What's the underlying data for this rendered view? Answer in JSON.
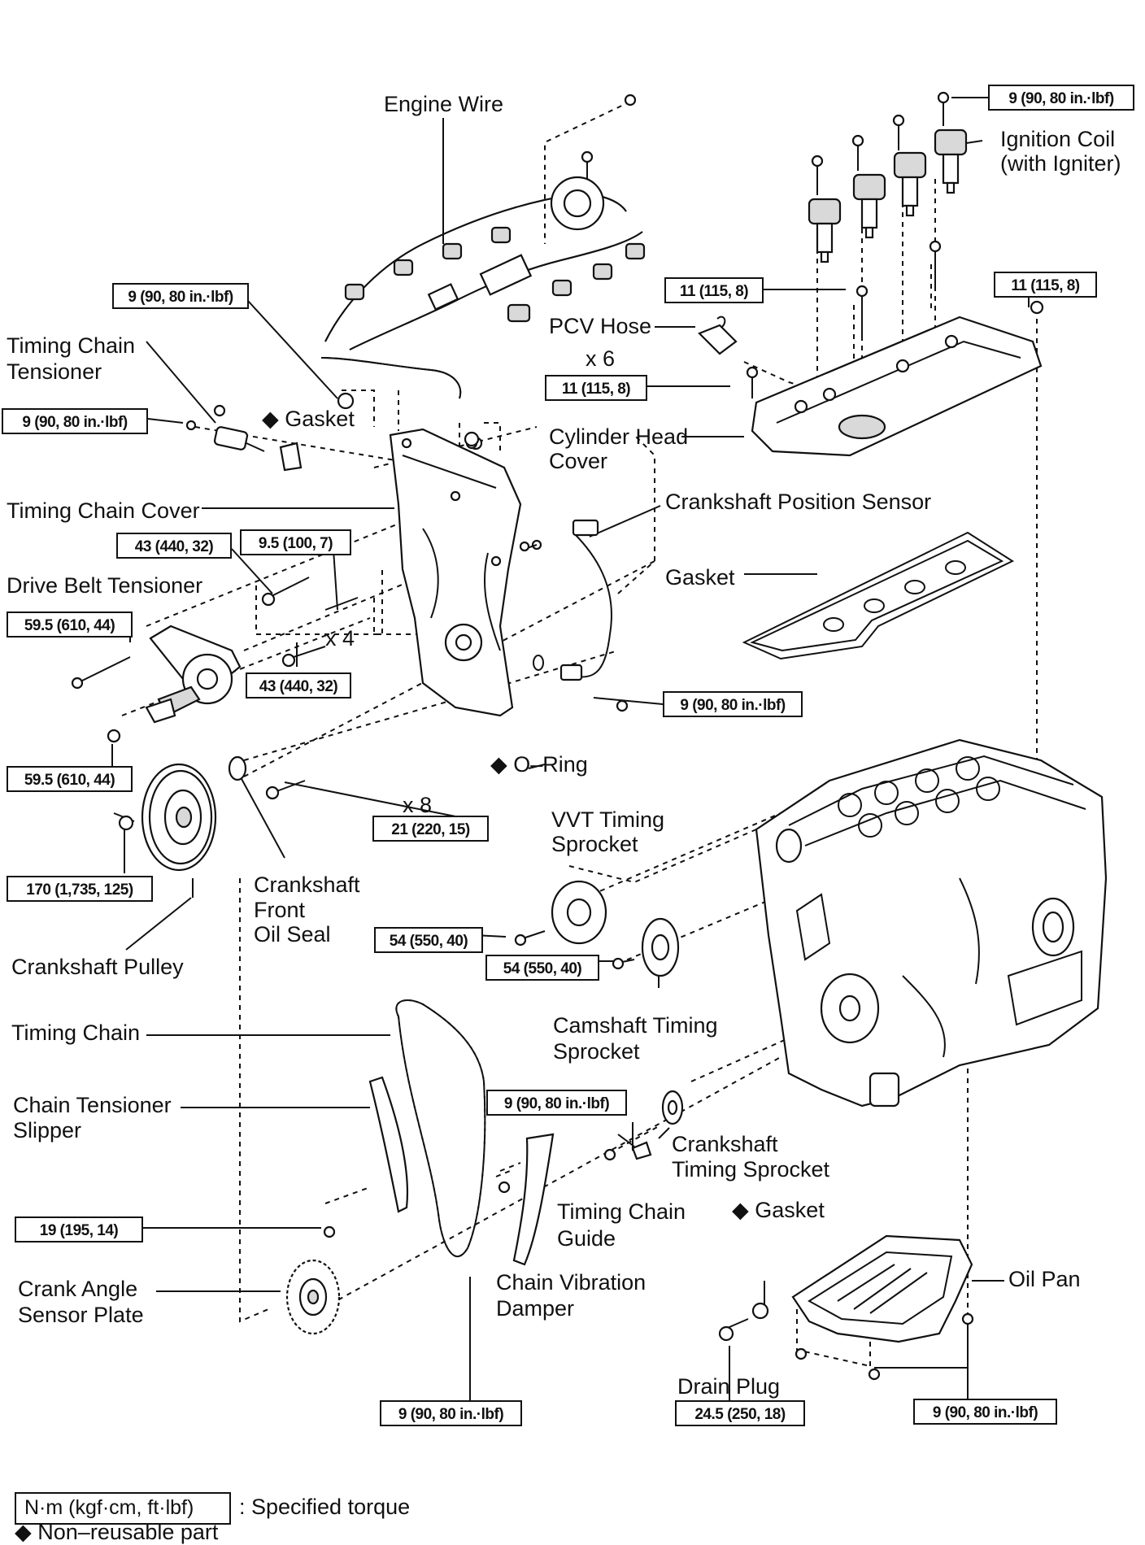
{
  "labels": {
    "engine_wire": "Engine Wire",
    "ignition_coil": [
      "Ignition Coil",
      "(with Igniter)"
    ],
    "pcv_hose": "PCV Hose",
    "x6": "x 6",
    "cylinder_head_cover": [
      "Cylinder Head",
      "Cover"
    ],
    "timing_chain_tensioner": [
      "Timing Chain",
      "Tensioner"
    ],
    "gasket_top": "Gasket",
    "timing_chain_cover": "Timing Chain Cover",
    "crankshaft_position_sensor": "Crankshaft Position Sensor",
    "drive_belt_tensioner": "Drive Belt Tensioner",
    "gasket_cover": "Gasket",
    "x4": "x 4",
    "o_ring": "O–Ring",
    "x8": "x 8",
    "vvt_timing_sprocket": [
      "VVT Timing",
      "Sprocket"
    ],
    "crankshaft_front_oil_seal": [
      "Crankshaft",
      "Front",
      "Oil Seal"
    ],
    "crankshaft_pulley": "Crankshaft Pulley",
    "camshaft_timing_sprocket": [
      "Camshaft Timing",
      "Sprocket"
    ],
    "timing_chain": "Timing Chain",
    "chain_tensioner_slipper": [
      "Chain Tensioner",
      "Slipper"
    ],
    "crankshaft_timing_sprocket": [
      "Crankshaft",
      "Timing Sprocket"
    ],
    "timing_chain_guide": [
      "Timing Chain",
      "Guide"
    ],
    "gasket_oil_pan": "Gasket",
    "oil_pan": "Oil Pan",
    "crank_angle_sensor_plate": [
      "Crank Angle",
      "Sensor Plate"
    ],
    "chain_vibration_damper": [
      "Chain Vibration",
      "Damper"
    ],
    "drain_plug": "Drain Plug"
  },
  "torques": {
    "coil_bolt": "9 (90, 80 in.·lbf)",
    "head_cover_11_center": "11 (115, 8)",
    "head_cover_11_right": "11 (115, 8)",
    "head_cover_11_x6": "11 (115, 8)",
    "engine_wire_bolt": "9 (90, 80 in.·lbf)",
    "tensioner_bolt": "9 (90, 80 in.·lbf)",
    "cover_43": "43 (440, 32)",
    "cover_9_5": "9.5 (100, 7)",
    "belt_tensioner_59_5_top": "59.5 (610, 44)",
    "cover_43_x4": "43 (440, 32)",
    "sensor_bolt": "9 (90, 80 in.·lbf)",
    "belt_tensioner_59_5_bottom": "59.5 (610, 44)",
    "cover_21_x8": "21 (220, 15)",
    "pulley_bolt": "170 (1,735, 125)",
    "vvt_bolt": "54 (550, 40)",
    "cam_sprocket_bolt": "54 (550, 40)",
    "guide_bolt": "9 (90, 80 in.·lbf)",
    "slipper_bolt": "19 (195, 14)",
    "damper_bolt": "9 (90, 80 in.·lbf)",
    "drain_plug": "24.5 (250, 18)",
    "oil_pan_bolt": "9 (90, 80 in.·lbf)"
  },
  "legend": {
    "torque_box": "N·m (kgf·cm, ft·lbf)",
    "torque_desc": ": Specified torque",
    "non_reusable": "Non–reusable part"
  },
  "symbols": {
    "diamond": "◆"
  }
}
